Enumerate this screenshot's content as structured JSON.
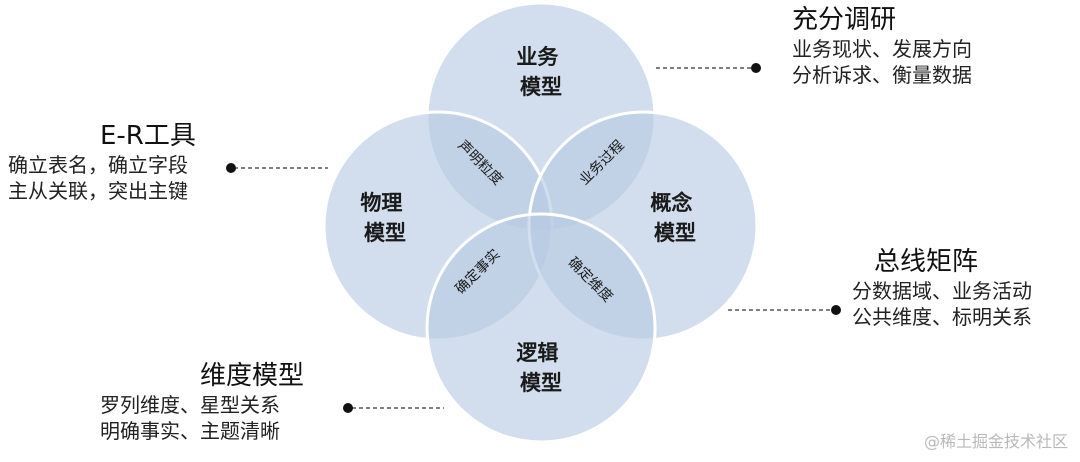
{
  "models": {
    "business": [
      "业务",
      "模型"
    ],
    "physical": [
      "物理",
      "模型"
    ],
    "concept": [
      "概念",
      "模型"
    ],
    "logic": [
      "逻辑",
      "模型"
    ]
  },
  "overlaps": {
    "business_physical": "声明粒度",
    "business_concept": "业务过程",
    "physical_logic": "确定事实",
    "concept_logic": "确定维度"
  },
  "annotations": {
    "research": {
      "title": "充分调研",
      "lines": [
        "业务现状、发展方向",
        "分析诉求、衡量数据"
      ]
    },
    "er_tool": {
      "title": "E-R工具",
      "lines": [
        "确立表名，确立字段",
        "主从关联，突出主键"
      ]
    },
    "bus_matrix": {
      "title": "总线矩阵",
      "lines": [
        "分数据域、业务活动",
        "公共维度、标明关系"
      ]
    },
    "dimension_model": {
      "title": "维度模型",
      "lines": [
        "罗列维度、星型关系",
        "明确事实、主题清晰"
      ]
    }
  },
  "watermark": "@稀土掘金技术社区",
  "colors": {
    "circle_fill": "#b7c9e2",
    "circle_stroke": "#ffffff"
  }
}
